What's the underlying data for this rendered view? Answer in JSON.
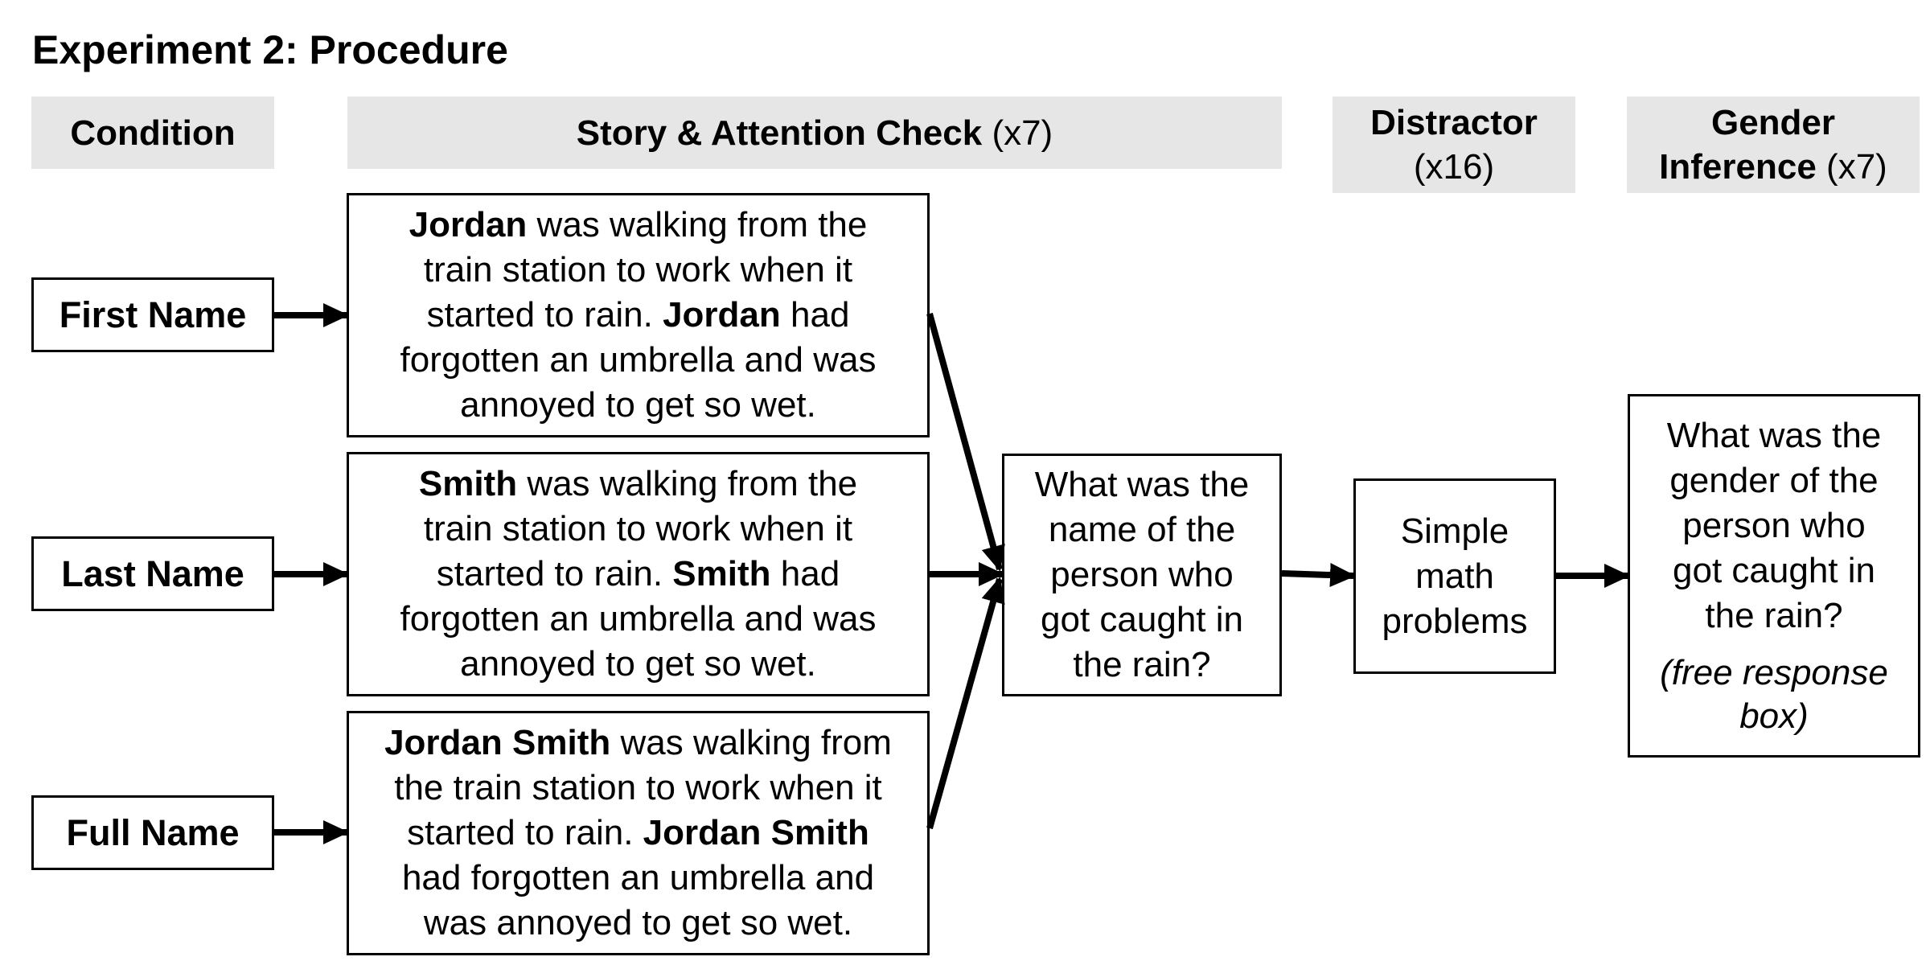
{
  "diagram": {
    "title": "Experiment 2: Procedure",
    "headers": {
      "condition": {
        "label": "Condition"
      },
      "story": {
        "label": "Story & Attention Check",
        "count": "(x7)"
      },
      "distractor": {
        "label": "Distractor",
        "count": "(x16)"
      },
      "gender": {
        "label": "Gender",
        "label2": "Inference",
        "count": "(x7)"
      }
    },
    "conditions": {
      "first": "First Name",
      "last": "Last Name",
      "full": "Full Name"
    },
    "stories": {
      "first": {
        "name": "Jordan",
        "line1_rest": "was walking from the",
        "line2": "train station to work when it",
        "line3_pre": "started to rain.",
        "line3_name": "Jordan",
        "line3_post": "had",
        "line4": "forgotten an umbrella and was",
        "line5": "annoyed to get so wet."
      },
      "last": {
        "name": "Smith",
        "line1_rest": "was walking from the",
        "line2": "train station to work when it",
        "line3_pre": "started to rain.",
        "line3_name": "Smith",
        "line3_post": "had",
        "line4": "forgotten an umbrella and was",
        "line5": "annoyed to get so wet."
      },
      "full": {
        "name": "Jordan Smith",
        "line1_rest": "was walking from",
        "line2": "the train station to work when it",
        "line3_pre": "started to rain.",
        "line3_name": "Jordan Smith",
        "line4": "had forgotten an umbrella and",
        "line5": "was annoyed to get so wet."
      }
    },
    "attention_check": {
      "lines": [
        "What was the",
        "name of the",
        "person who",
        "got caught in",
        "the rain?"
      ]
    },
    "distractor_box": {
      "lines": [
        "Simple",
        "math",
        "problems"
      ]
    },
    "gender_box": {
      "lines": [
        "What was the",
        "gender of the",
        "person who",
        "got caught in",
        "the rain?"
      ],
      "note1": "(free response",
      "note2": "box)"
    }
  }
}
